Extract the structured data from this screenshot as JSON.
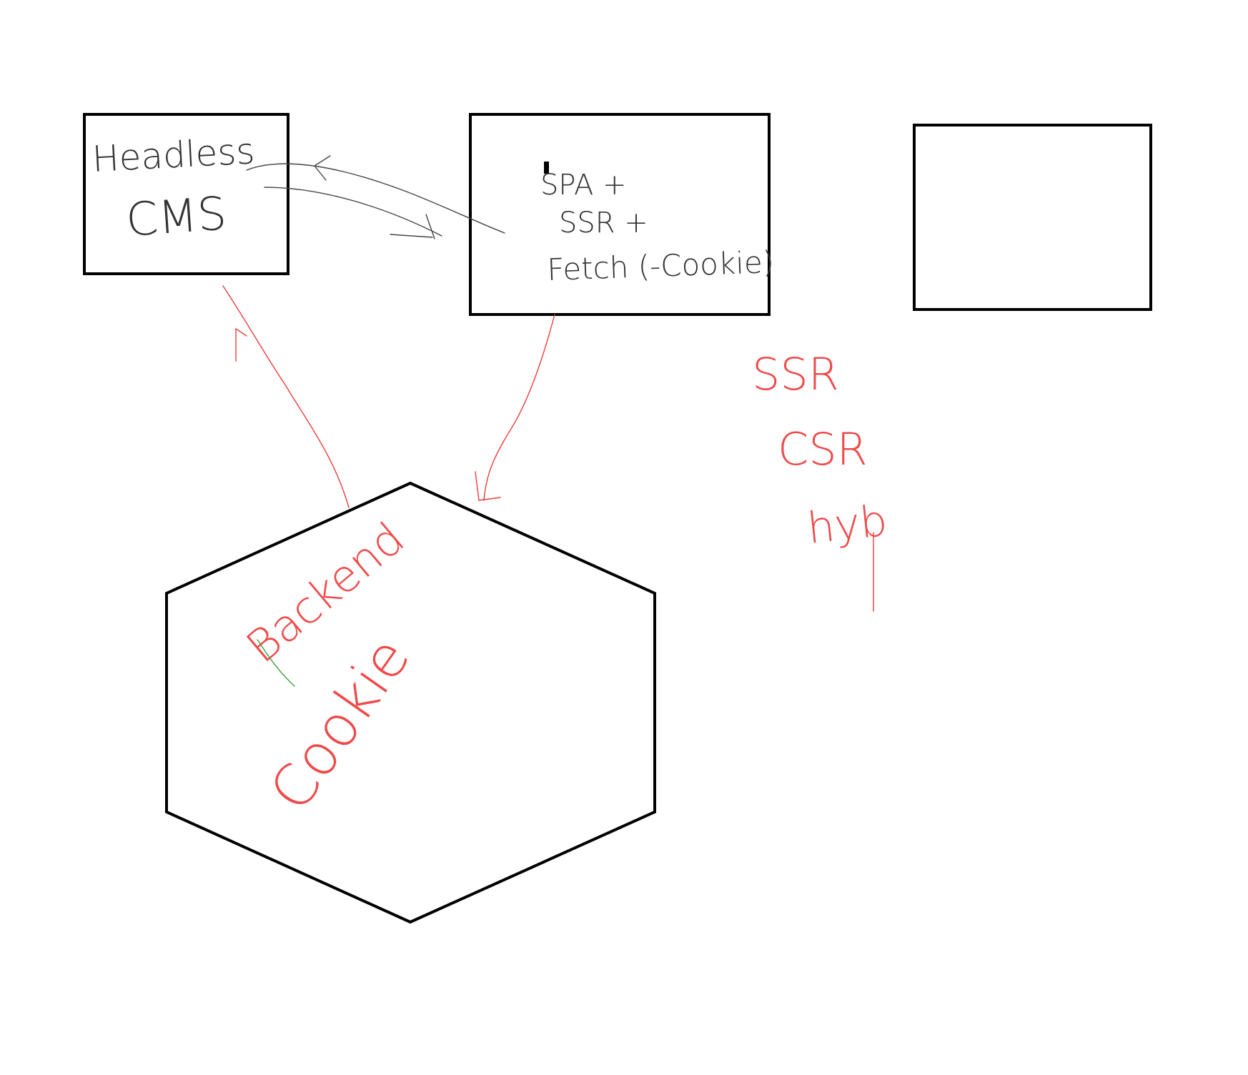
{
  "colors": {
    "background": "#ffffff",
    "shape_stroke": "#000000",
    "black_ink": "#444444",
    "red_ink": "#ef3b3b",
    "green_ink": "#3aa03a"
  },
  "nodes": {
    "headless_cms": {
      "line1": "Headless",
      "line2": "CMS"
    },
    "spa_box": {
      "line1": "SPA +",
      "line2": "SSR +",
      "line3": "Fetch (-Cookie)"
    },
    "empty_box": {},
    "backend_hex": {
      "line1": "Backend",
      "line2": "Cookie"
    }
  },
  "notes": {
    "render_modes": {
      "line1": "SSR",
      "line2": "CSR",
      "line3": "hyb"
    }
  },
  "edges": [
    {
      "from": "spa_box",
      "to": "headless_cms",
      "ink": "black"
    },
    {
      "from": "headless_cms",
      "to": "spa_box",
      "ink": "black"
    },
    {
      "from": "backend_hex",
      "to": "headless_cms",
      "ink": "red"
    },
    {
      "from": "spa_box",
      "to": "backend_hex",
      "ink": "red"
    }
  ]
}
